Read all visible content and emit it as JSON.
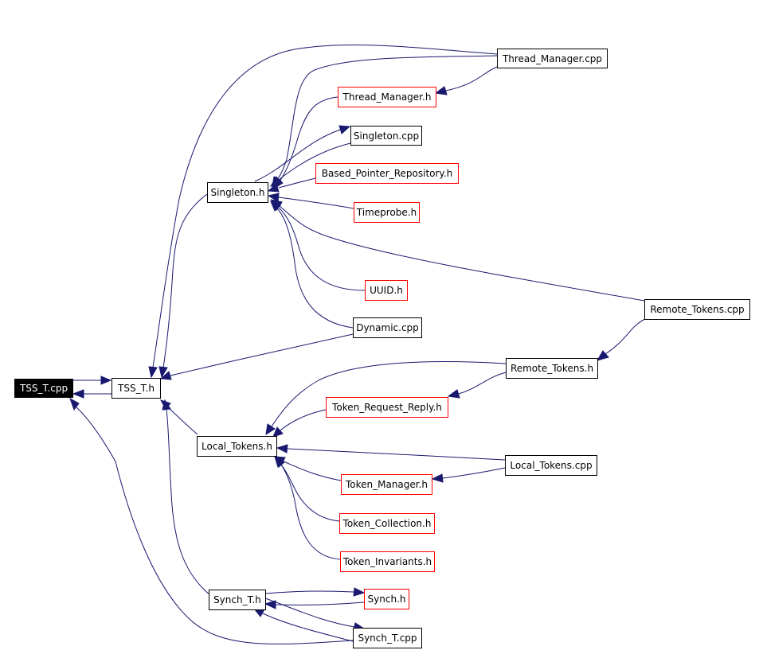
{
  "nodes": {
    "tss_t_cpp": {
      "label": "TSS_T.cpp",
      "style": "dark"
    },
    "tss_t_h": {
      "label": "TSS_T.h",
      "style": "black"
    },
    "singleton_h": {
      "label": "Singleton.h",
      "style": "black"
    },
    "thread_manager_cpp": {
      "label": "Thread_Manager.cpp",
      "style": "black"
    },
    "thread_manager_h": {
      "label": "Thread_Manager.h",
      "style": "red"
    },
    "singleton_cpp": {
      "label": "Singleton.cpp",
      "style": "black"
    },
    "based_pointer_repository_h": {
      "label": "Based_Pointer_Repository.h",
      "style": "red"
    },
    "timeprobe_h": {
      "label": "Timeprobe.h",
      "style": "red"
    },
    "uuid_h": {
      "label": "UUID.h",
      "style": "red"
    },
    "dynamic_cpp": {
      "label": "Dynamic.cpp",
      "style": "black"
    },
    "remote_tokens_cpp": {
      "label": "Remote_Tokens.cpp",
      "style": "black"
    },
    "remote_tokens_h": {
      "label": "Remote_Tokens.h",
      "style": "black"
    },
    "token_request_reply_h": {
      "label": "Token_Request_Reply.h",
      "style": "red"
    },
    "local_tokens_h": {
      "label": "Local_Tokens.h",
      "style": "black"
    },
    "local_tokens_cpp": {
      "label": "Local_Tokens.cpp",
      "style": "black"
    },
    "token_manager_h": {
      "label": "Token_Manager.h",
      "style": "red"
    },
    "token_collection_h": {
      "label": "Token_Collection.h",
      "style": "red"
    },
    "token_invariants_h": {
      "label": "Token_Invariants.h",
      "style": "red"
    },
    "synch_t_h": {
      "label": "Synch_T.h",
      "style": "black"
    },
    "synch_h": {
      "label": "Synch.h",
      "style": "red"
    },
    "synch_t_cpp": {
      "label": "Synch_T.cpp",
      "style": "black"
    }
  },
  "colors": {
    "edge": "#191970",
    "node_border": "#000000",
    "external_border": "#ff0000",
    "root_fill": "#000000"
  }
}
